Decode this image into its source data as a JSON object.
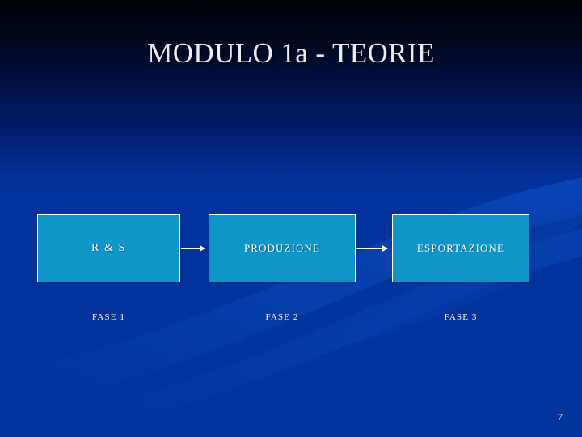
{
  "slide": {
    "title": "MODULO 1a - TEORIE",
    "page_number": "7",
    "background": {
      "gradient_top": "#000105",
      "gradient_bottom": "#03349d",
      "accent_swoosh": "#0a3fae"
    }
  },
  "diagram": {
    "type": "process-flow",
    "node_fill": "#0e96c9",
    "node_border": "#ffffff",
    "connector_color": "#ffffff",
    "nodes": [
      {
        "label": "R & S",
        "phase": "FASE 1"
      },
      {
        "label": "PRODUZIONE",
        "phase": "FASE 2"
      },
      {
        "label": "ESPORTAZIONE",
        "phase": "FASE 3"
      }
    ],
    "connectors": [
      {
        "from": "R & S",
        "to": "PRODUZIONE",
        "arrow": "right-arrow"
      },
      {
        "from": "PRODUZIONE",
        "to": "ESPORTAZIONE",
        "arrow": "right-arrow"
      }
    ]
  }
}
